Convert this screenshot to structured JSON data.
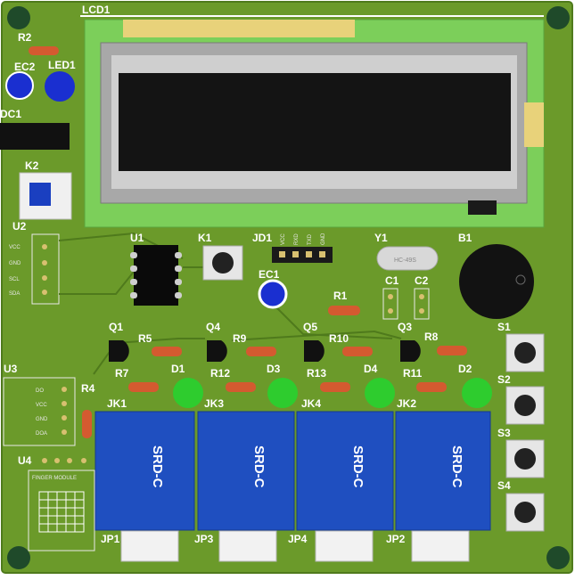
{
  "colors": {
    "board": "#6b9a2a",
    "board_dark": "#4f7a1c",
    "relay_blue": "#1f4fc0",
    "led_green": "#2ecc2e",
    "led_blue": "#1a2fd0",
    "lcd_green": "#7ccf5a",
    "ic_black": "#0a0a0a"
  },
  "labels": {
    "lcd": "LCD1",
    "r2": "R2",
    "ec2": "EC2",
    "led1": "LED1",
    "dc1": "DC1",
    "k2": "K2",
    "u2": "U2",
    "u1": "U1",
    "k1": "K1",
    "jd1": "JD1",
    "ec1": "EC1",
    "y1": "Y1",
    "b1": "B1",
    "c1": "C1",
    "c2": "C2",
    "r1": "R1",
    "q1": "Q1",
    "r5": "R5",
    "q4": "Q4",
    "r9": "R9",
    "q5": "Q5",
    "r10": "R10",
    "q3": "Q3",
    "r8": "R8",
    "r7": "R7",
    "d1": "D1",
    "r12": "R12",
    "d3": "D3",
    "r13": "R13",
    "d4": "D4",
    "r11": "R11",
    "d2": "D2",
    "s1": "S1",
    "s2": "S2",
    "s3": "S3",
    "s4": "S4",
    "u3": "U3",
    "r4": "R4",
    "u4": "U4",
    "jk1": "JK1",
    "jk3": "JK3",
    "jk4": "JK4",
    "jk2": "JK2",
    "jp1": "JP1",
    "jp3": "JP3",
    "jp4": "JP4",
    "jp2": "JP2"
  },
  "relay_text": [
    "SRD-C",
    "SRD-C",
    "SRD-C",
    "SRD-C"
  ],
  "crystal_text": "HC-49S",
  "jd1_pins": [
    "VCC",
    "RXD",
    "TXD",
    "GND"
  ],
  "u2_pins": [
    "VCC",
    "GND",
    "SCL",
    "SDA"
  ],
  "u3_pins": [
    "DO",
    "VCC",
    "GND",
    "DOA"
  ],
  "u4_text": "FINGER MODULE"
}
